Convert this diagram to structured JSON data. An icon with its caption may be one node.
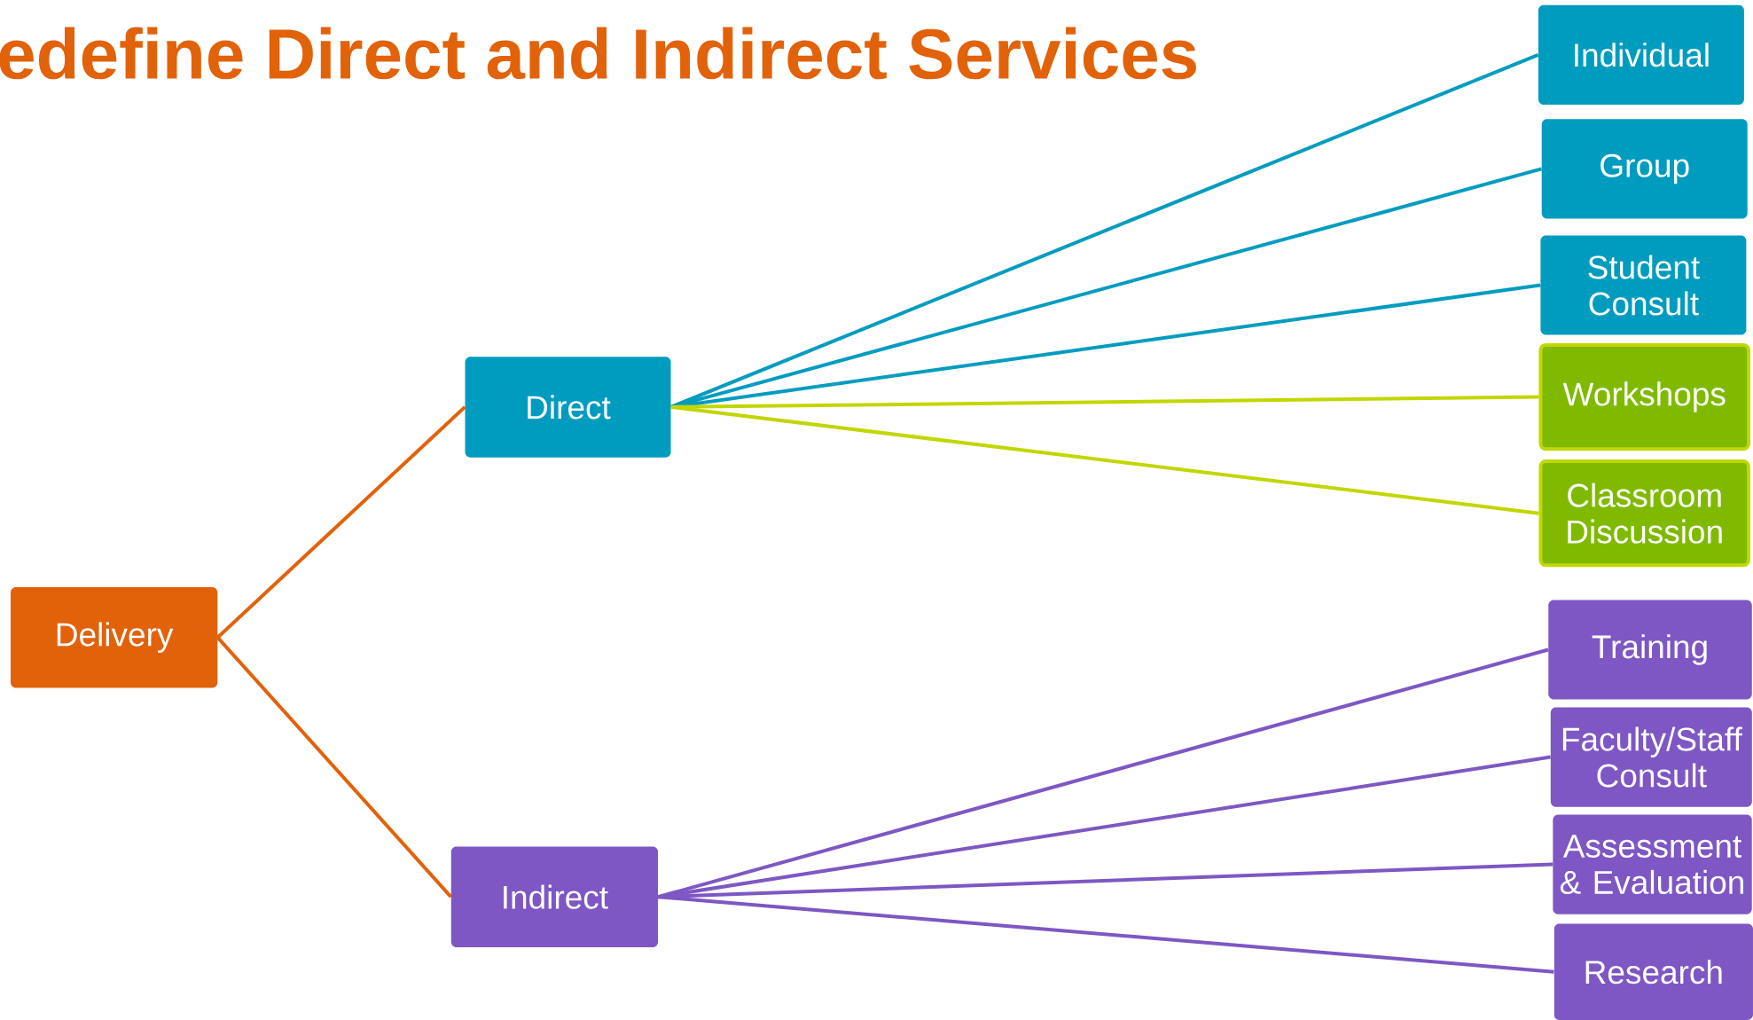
{
  "diagram": {
    "title": "edefine Direct and Indirect Services",
    "nodes": [
      {
        "text": [
          "Delivery"
        ]
      },
      {
        "text": [
          "Direct"
        ]
      },
      {
        "text": [
          "Indirect"
        ]
      },
      {
        "text": [
          "Individual"
        ]
      },
      {
        "text": [
          "Group"
        ]
      },
      {
        "text": [
          "Student Consult"
        ]
      },
      {
        "text": [
          "Workshops"
        ]
      },
      {
        "text": [
          "Classroom Discussion"
        ]
      },
      {
        "text": [
          "Training"
        ]
      },
      {
        "text": [
          "Faculty/Staff Consult"
        ]
      },
      {
        "text": [
          "Assessment & Evaluation"
        ]
      },
      {
        "text": [
          "Research"
        ]
      }
    ],
    "edges": [
      {
        "from": 0,
        "to": 1,
        "arrow": "none",
        "color": "#e2620a"
      },
      {
        "from": 0,
        "to": 2,
        "arrow": "none",
        "color": "#e2620a"
      },
      {
        "from": 1,
        "to": 3,
        "arrow": "none",
        "color": "#009cbf"
      },
      {
        "from": 1,
        "to": 4,
        "arrow": "none",
        "color": "#009cbf"
      },
      {
        "from": 1,
        "to": 5,
        "arrow": "none",
        "color": "#009cbf"
      },
      {
        "from": 1,
        "to": 6,
        "arrow": "none",
        "color": "#c2d600"
      },
      {
        "from": 1,
        "to": 7,
        "arrow": "none",
        "color": "#c2d600"
      },
      {
        "from": 2,
        "to": 8,
        "arrow": "none"
      },
      {
        "from": 2,
        "to": 9,
        "arrow": "none"
      },
      {
        "from": 2,
        "to": 10,
        "arrow": "none"
      },
      {
        "from": 2,
        "to": 11,
        "arrow": "none"
      }
    ]
  }
}
